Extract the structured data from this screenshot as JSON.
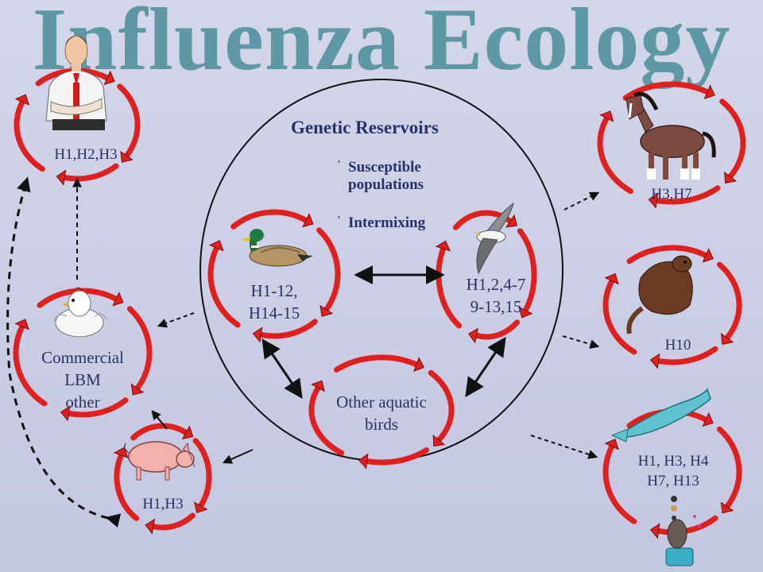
{
  "title": "Influenza Ecology",
  "reservoir": {
    "heading": "Genetic Reservoirs",
    "bullets": [
      "Susceptible populations",
      "Intermixing"
    ],
    "bullet_lines": [
      [
        "Susceptible",
        "populations"
      ],
      [
        "Intermixing"
      ]
    ]
  },
  "hosts": {
    "human": {
      "lines": [
        "H1,H2,H3"
      ],
      "icon": "businessman-icon"
    },
    "duck": {
      "lines": [
        "H1-12,",
        "H14-15"
      ],
      "icon": "mallard-duck-icon"
    },
    "seabird": {
      "lines": [
        "H1,2,4-7",
        "9-13,15"
      ],
      "icon": "gull-icon"
    },
    "other_aquatic": {
      "lines": [
        "Other aquatic",
        "birds"
      ]
    },
    "poultry": {
      "lines": [
        "Commercial",
        "LBM",
        "other"
      ],
      "icon": "chicken-icon"
    },
    "swine": {
      "lines": [
        "H1,H3"
      ],
      "icon": "pig-icon"
    },
    "equine": {
      "lines": [
        "H3,H7"
      ],
      "icon": "horse-icon"
    },
    "mustelid": {
      "lines": [
        "H10"
      ],
      "icon": "mink-icon"
    },
    "marine_mammal": {
      "lines": [
        "H1, H3, H4",
        "H7, H13"
      ],
      "icon": "whale-and-seal-icon"
    }
  },
  "colors": {
    "title": "#5e98a5",
    "label": "#2b3163",
    "cycle_arrow": "#e01f1f",
    "ellipse": "#111111",
    "background": "#c9cce3"
  }
}
